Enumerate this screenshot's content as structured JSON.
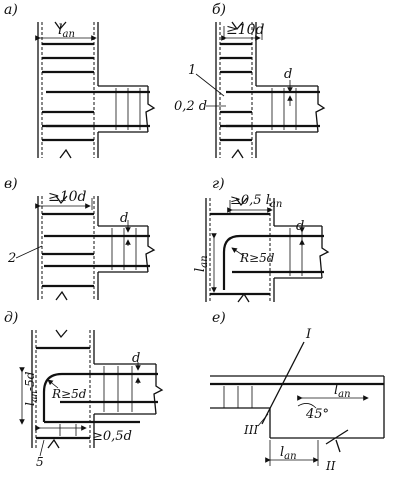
{
  "panels": {
    "a": {
      "letter": "а)",
      "dim": "l",
      "dim_sub": "an"
    },
    "b": {
      "letter": "б)",
      "dim": "≥10d",
      "callout": "1",
      "offset": "0,2 d",
      "bar": "d"
    },
    "v": {
      "letter": "в)",
      "dim": "≥10d",
      "callout": "2",
      "bar": "d"
    },
    "g": {
      "letter": "г)",
      "dim": "≥0,5 l",
      "dim_sub": "an",
      "vertical": "l",
      "vertical_sub": "an",
      "radius": "R≥5d",
      "bar": "d"
    },
    "d": {
      "letter": "д)",
      "vertical": "l",
      "vertical_sub": "an",
      "vertical_tail": "-5d",
      "radius": "R≥5d",
      "bar": "d",
      "gap": "≥0,5d",
      "callout": "5"
    },
    "e": {
      "letter": "е)",
      "label_top": "I",
      "dim_upper": "l",
      "dim_upper_sub": "an",
      "angle": "45°",
      "label_left": "III",
      "dim_lower": "l",
      "dim_lower_sub": "an",
      "label_bottom": "II"
    }
  }
}
